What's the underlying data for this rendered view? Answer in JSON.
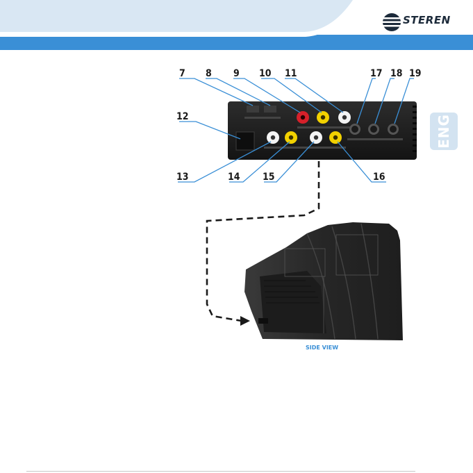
{
  "brand": {
    "name": "STEREN"
  },
  "language_tab": {
    "label": "ENG"
  },
  "callouts": {
    "c7": "7",
    "c8": "8",
    "c9": "9",
    "c10": "10",
    "c11": "11",
    "c12": "12",
    "c13": "13",
    "c14": "14",
    "c15": "15",
    "c16": "16",
    "c17": "17",
    "c18": "18",
    "c19": "19"
  },
  "caption": {
    "side_view": "SIDE VIEW"
  },
  "connector_colors": {
    "red": "#d6202a",
    "yellow": "#f2d100",
    "white": "#f4f4f4",
    "black": "#2a2a2a"
  },
  "brand_colors": {
    "header_band": "#3a8fd6",
    "eng_tab": "#d3e3f1",
    "leader_lines": "#3a8fd6"
  }
}
